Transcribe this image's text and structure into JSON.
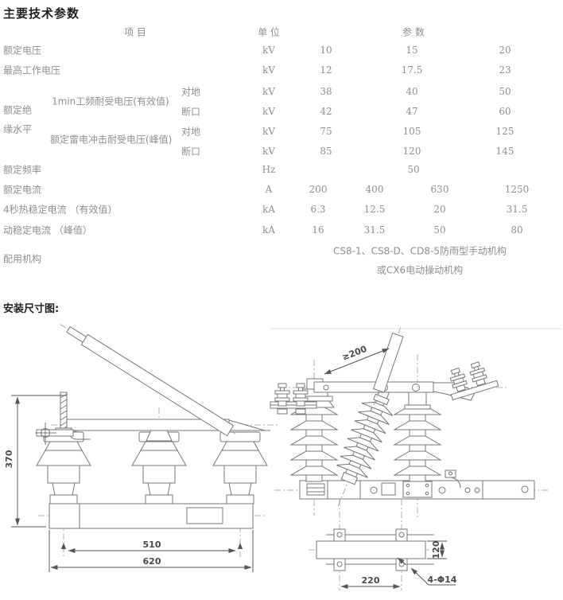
{
  "page": {
    "title": "主要技术参数",
    "section2_title": "安装尺寸图:"
  },
  "table": {
    "header": {
      "item": "项 目",
      "unit": "单 位",
      "param": "参  数"
    },
    "rated_voltage": {
      "label": "额定电压",
      "unit": "kV",
      "v": [
        "10",
        "15",
        "20"
      ]
    },
    "max_working_voltage": {
      "label": "最高工作电压",
      "unit": "kV",
      "v": [
        "12",
        "17.5",
        "23"
      ]
    },
    "insulation_group": {
      "line1": "额定绝",
      "line2": "缘水平"
    },
    "power_freq_withstand_label": "1min工频耐受电压(有效值)",
    "pf_to_ground": {
      "label": "对地",
      "unit": "kV",
      "v": [
        "38",
        "40",
        "50"
      ]
    },
    "pf_fracture": {
      "label": "断口",
      "unit": "kV",
      "v": [
        "42",
        "47",
        "60"
      ]
    },
    "lightning_impulse_label": "额定雷电冲击耐受电压(峰值)",
    "li_to_ground": {
      "label": "对地",
      "unit": "kV",
      "v": [
        "75",
        "105",
        "125"
      ]
    },
    "li_fracture": {
      "label": "断口",
      "unit": "kV",
      "v": [
        "85",
        "120",
        "145"
      ]
    },
    "rated_frequency": {
      "label": "额定频率",
      "unit": "Hz",
      "v": [
        "50"
      ]
    },
    "rated_current": {
      "label": "额定电流",
      "unit": "A",
      "v": [
        "200",
        "400",
        "630",
        "1250"
      ]
    },
    "thermal_current": {
      "label": "4秒热稳定电流 （有效值）",
      "unit": "kA",
      "v": [
        "6.3",
        "12.5",
        "20",
        "31.5"
      ]
    },
    "dynamic_current": {
      "label": "动稳定电流 （峰值）",
      "unit": "kA",
      "v": [
        "16",
        "31.5",
        "50",
        "80"
      ]
    },
    "mechanism": {
      "label": "配用机构",
      "line1": "CS8-1、CS8-D、CD8-5防雨型手动机构",
      "line2": "或CX6电动操动机构"
    }
  },
  "diagrams": {
    "front_view": {
      "height": "370",
      "hole_span": "510",
      "base_width": "620"
    },
    "side_view": {
      "clearance": "≥200"
    },
    "bottom_view": {
      "hole_span": "220",
      "depth": "120",
      "holes": "4-Φ14"
    }
  },
  "colors": {
    "text_gray": "#8f8f8f",
    "line_gray": "#777777",
    "title_black": "#1f1f1f"
  }
}
